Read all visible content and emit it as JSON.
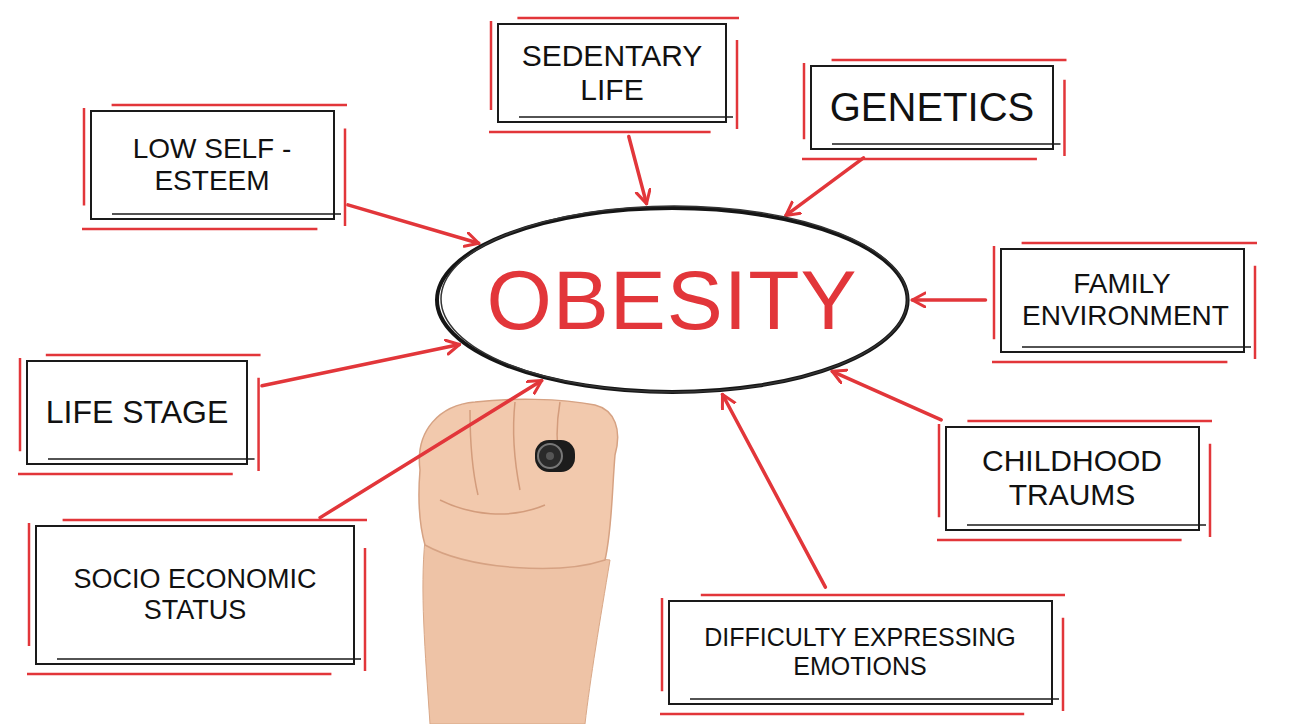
{
  "diagram": {
    "nodes": [
      {
        "text": [
          "SEDENTARY LIFE"
        ]
      },
      {
        "text": [
          "GENETICS"
        ]
      },
      {
        "text": [
          "LOW SELF - ESTEEM"
        ]
      },
      {
        "text": [
          "OBESITY"
        ]
      },
      {
        "text": [
          "FAMILY ENVIRONMENT"
        ]
      },
      {
        "text": [
          "LIFE STAGE"
        ]
      },
      {
        "text": [
          "CHILDHOOD TRAUMS"
        ]
      },
      {
        "text": [
          "SOCIO ECONOMIC STATUS"
        ]
      },
      {
        "text": [
          "DIFFICULTY EXPRESSING EMOTIONS"
        ]
      }
    ],
    "edges": [
      {
        "from": 0,
        "to": 3,
        "arrow": "to"
      },
      {
        "from": 1,
        "to": 3,
        "arrow": "to"
      },
      {
        "from": 2,
        "to": 3,
        "arrow": "to"
      },
      {
        "from": 4,
        "to": 3,
        "arrow": "to"
      },
      {
        "from": 5,
        "to": 3,
        "arrow": "to"
      },
      {
        "from": 6,
        "to": 3,
        "arrow": "to"
      },
      {
        "from": 7,
        "to": 3,
        "arrow": "to"
      },
      {
        "from": 8,
        "to": 3,
        "arrow": "to"
      }
    ]
  }
}
